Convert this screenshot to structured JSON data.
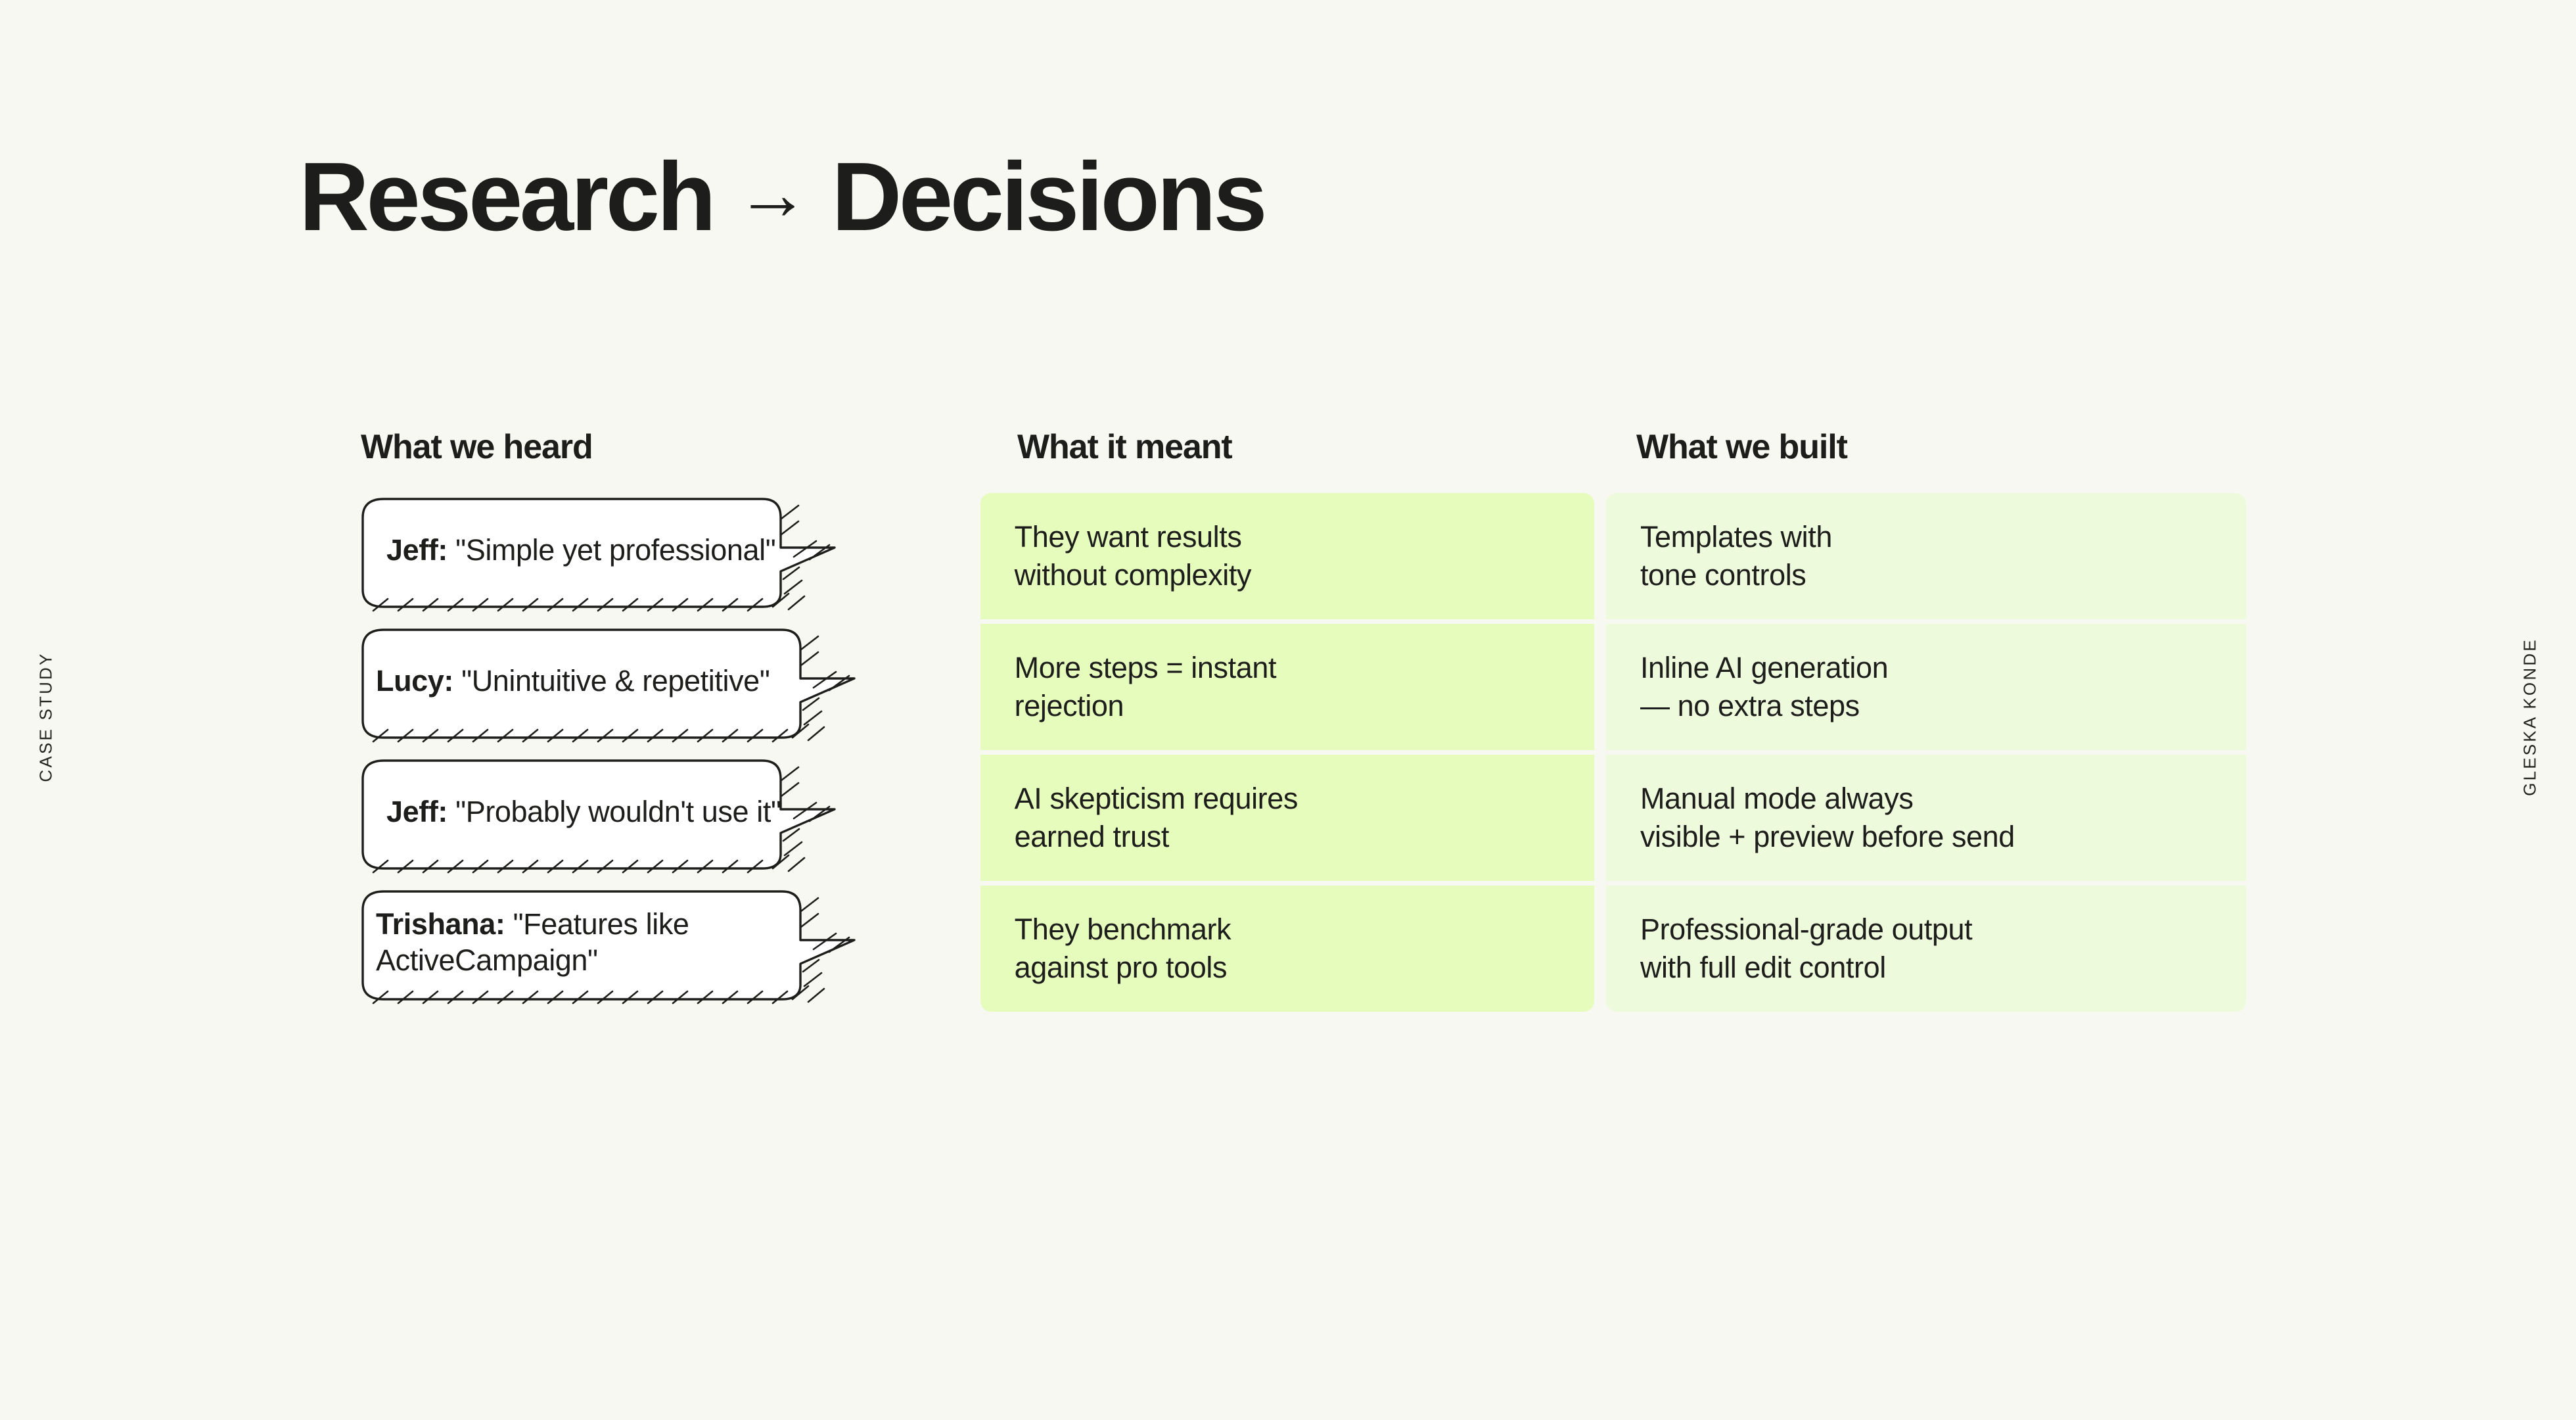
{
  "meta": {
    "left_label": "CASE STUDY",
    "right_label": "GLESKA KONDE",
    "background_color": "#f8f8f2",
    "accent_green_mid": "#e6fcbd",
    "accent_green_light": "#eefadc",
    "text_color": "#1d1d1b"
  },
  "title": {
    "part1": "Research",
    "arrow": "→",
    "part2": "Decisions"
  },
  "columns": {
    "heard": "What we heard",
    "meant": "What it meant",
    "built": "What we built"
  },
  "rows": [
    {
      "quote": {
        "speaker": "Jeff:",
        "text": "\"Simple yet professional\""
      },
      "meant": {
        "line1": "They want results",
        "line2": "without complexity"
      },
      "built": {
        "line1": "Templates with",
        "line2": "tone controls"
      }
    },
    {
      "quote": {
        "speaker": "Lucy:",
        "text": "\"Unintuitive & repetitive\""
      },
      "meant": {
        "line1": "More steps = instant",
        "line2": "rejection"
      },
      "built": {
        "line1": "Inline AI generation",
        "line2": "— no extra steps"
      }
    },
    {
      "quote": {
        "speaker": "Jeff:",
        "text": "\"Probably wouldn't use it\""
      },
      "meant": {
        "line1": "AI skepticism requires",
        "line2": "earned trust"
      },
      "built": {
        "line1": "Manual mode always",
        "line2": "visible + preview before send"
      }
    },
    {
      "quote": {
        "speaker": "Trishana:",
        "text": "\"Features like ActiveCampaign\""
      },
      "meant": {
        "line1": "They benchmark",
        "line2": "against pro tools"
      },
      "built": {
        "line1": "Professional-grade output",
        "line2": "with full edit control"
      }
    }
  ]
}
